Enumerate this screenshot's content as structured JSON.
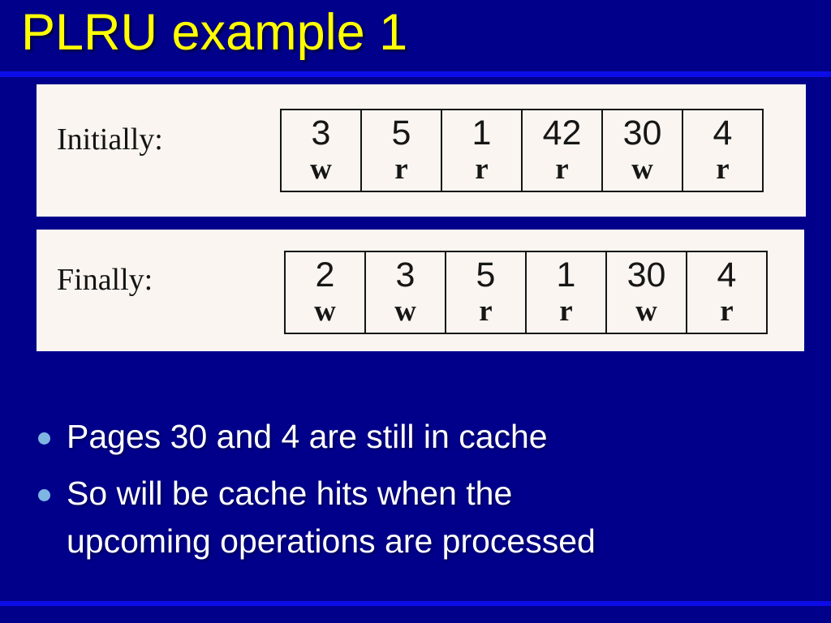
{
  "slide": {
    "title": "PLRU example 1",
    "sections": [
      {
        "label": "Initially:",
        "cells": [
          {
            "page": "3",
            "op": "w"
          },
          {
            "page": "5",
            "op": "r"
          },
          {
            "page": "1",
            "op": "r"
          },
          {
            "page": "42",
            "op": "r"
          },
          {
            "page": "30",
            "op": "w"
          },
          {
            "page": "4",
            "op": "r"
          }
        ]
      },
      {
        "label": "Finally:",
        "cells": [
          {
            "page": "2",
            "op": "w"
          },
          {
            "page": "3",
            "op": "w"
          },
          {
            "page": "5",
            "op": "r"
          },
          {
            "page": "1",
            "op": "r"
          },
          {
            "page": "30",
            "op": "w"
          },
          {
            "page": "4",
            "op": "r"
          }
        ]
      }
    ],
    "bullets": [
      "Pages 30 and 4 are still in cache",
      "So will be cache hits when the upcoming operations are processed"
    ],
    "colors": {
      "background": "#00008B",
      "title": "#FFFF00",
      "rule": "#0C0CE8",
      "panel": "#FAF5F0",
      "bullet_dot": "#7EB5E2",
      "cell_text": "#161616",
      "body_text": "#FFFFFF"
    }
  }
}
